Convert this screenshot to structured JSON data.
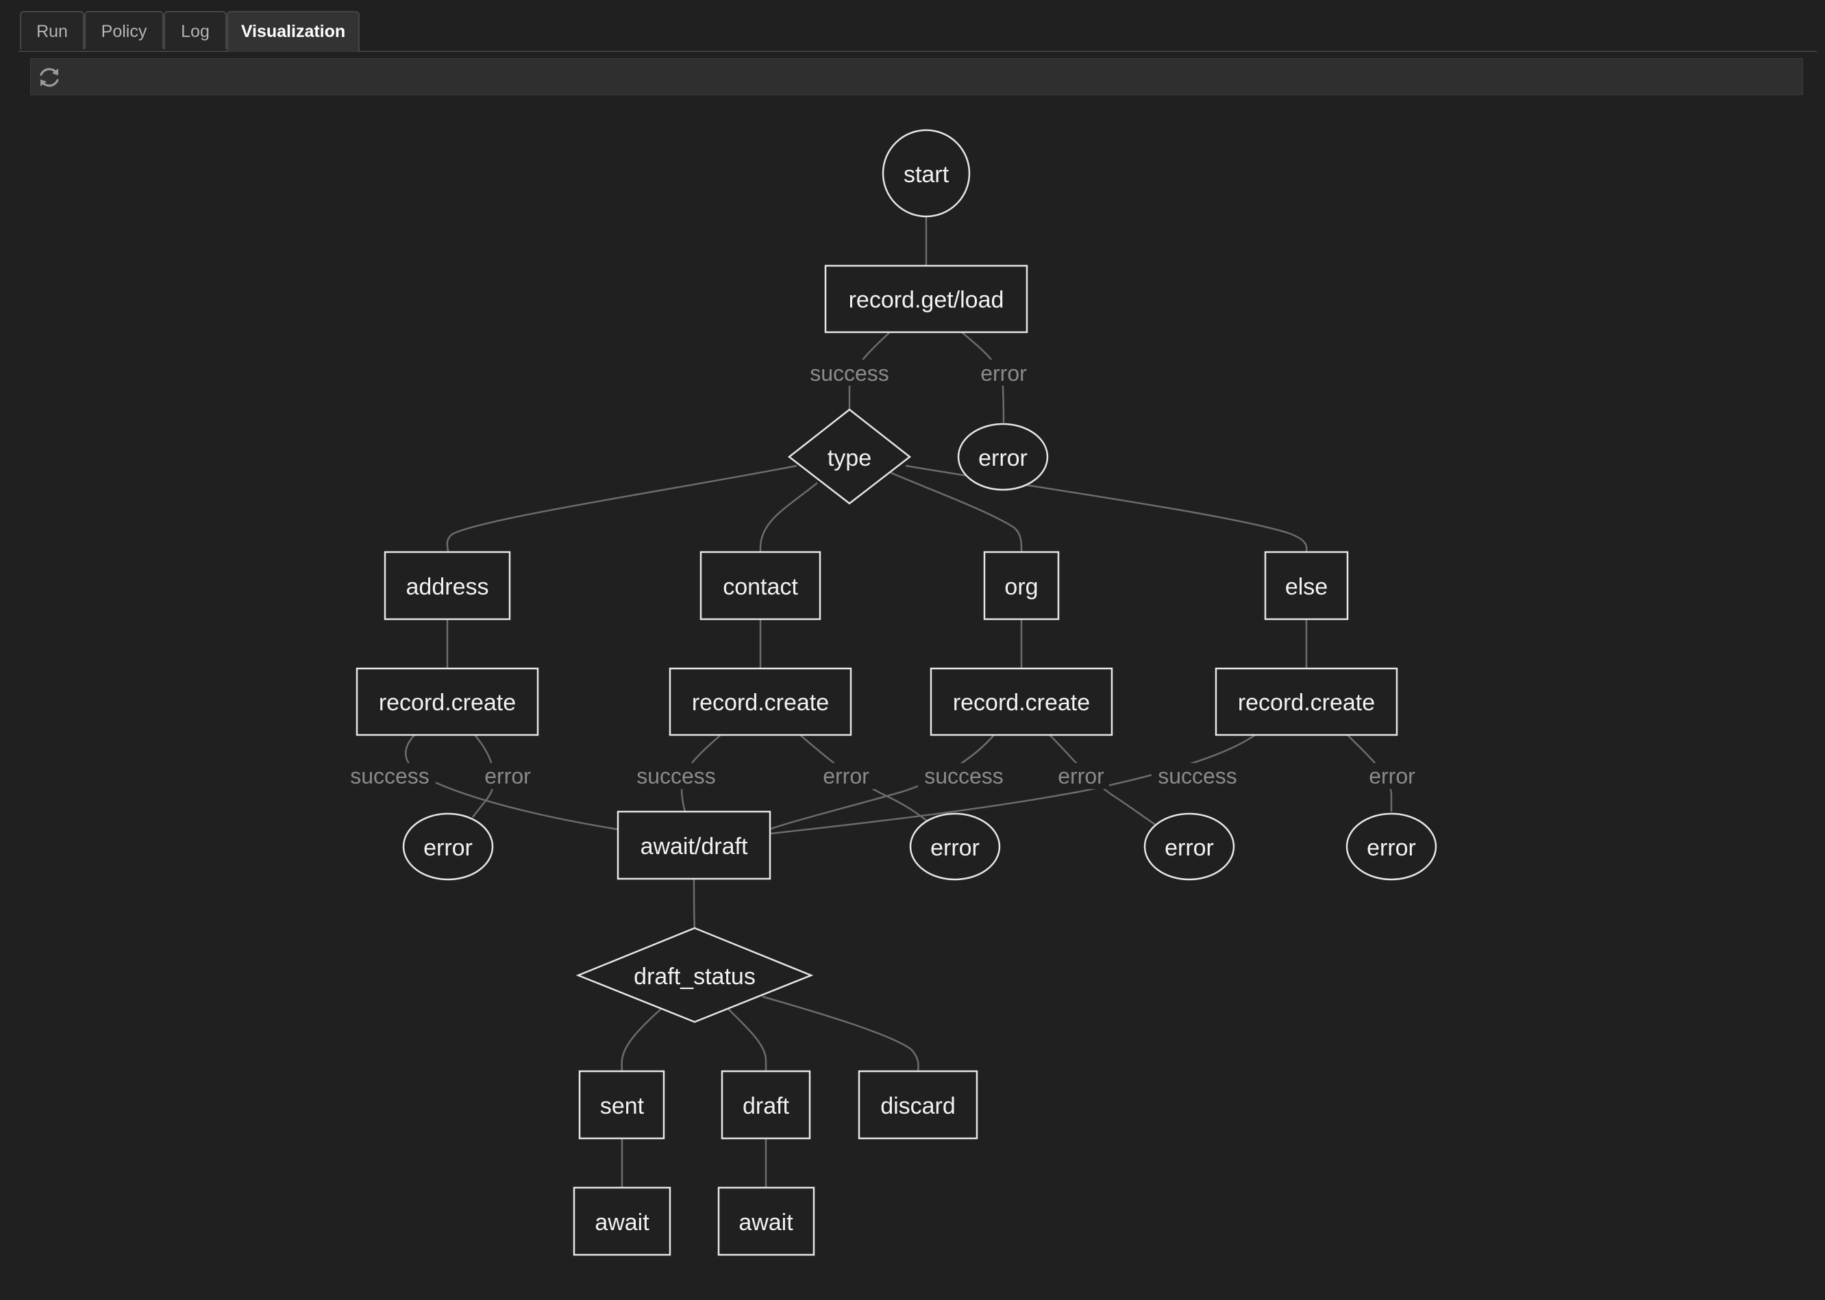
{
  "tabs": [
    {
      "label": "Run",
      "active": false
    },
    {
      "label": "Policy",
      "active": false
    },
    {
      "label": "Log",
      "active": false
    },
    {
      "label": "Visualization",
      "active": true
    }
  ],
  "toolbar": {
    "refresh_icon": "refresh-icon"
  },
  "graph": {
    "nodes": {
      "start": {
        "label": "start",
        "shape": "circle"
      },
      "load": {
        "label": "record.get/load",
        "shape": "rect"
      },
      "type": {
        "label": "type",
        "shape": "diamond"
      },
      "load_error": {
        "label": "error",
        "shape": "ellipse"
      },
      "address": {
        "label": "address",
        "shape": "rect"
      },
      "contact": {
        "label": "contact",
        "shape": "rect"
      },
      "org": {
        "label": "org",
        "shape": "rect"
      },
      "else": {
        "label": "else",
        "shape": "rect"
      },
      "create_address": {
        "label": "record.create",
        "shape": "rect"
      },
      "create_contact": {
        "label": "record.create",
        "shape": "rect"
      },
      "create_org": {
        "label": "record.create",
        "shape": "rect"
      },
      "create_else": {
        "label": "record.create",
        "shape": "rect"
      },
      "error_address": {
        "label": "error",
        "shape": "ellipse"
      },
      "await_draft": {
        "label": "await/draft",
        "shape": "rect"
      },
      "error_contact": {
        "label": "error",
        "shape": "ellipse"
      },
      "error_org": {
        "label": "error",
        "shape": "ellipse"
      },
      "error_else": {
        "label": "error",
        "shape": "ellipse"
      },
      "draft_status": {
        "label": "draft_status",
        "shape": "diamond"
      },
      "sent": {
        "label": "sent",
        "shape": "rect"
      },
      "draft": {
        "label": "draft",
        "shape": "rect"
      },
      "discard": {
        "label": "discard",
        "shape": "rect"
      },
      "await_sent": {
        "label": "await",
        "shape": "rect"
      },
      "await_draft2": {
        "label": "await",
        "shape": "rect"
      }
    },
    "edge_labels": {
      "load_success": "success",
      "load_error": "error",
      "address_success": "success",
      "address_error": "error",
      "contact_success": "success",
      "contact_error": "error",
      "org_success": "success",
      "org_error": "error",
      "else_success": "success",
      "else_error": "error"
    }
  }
}
